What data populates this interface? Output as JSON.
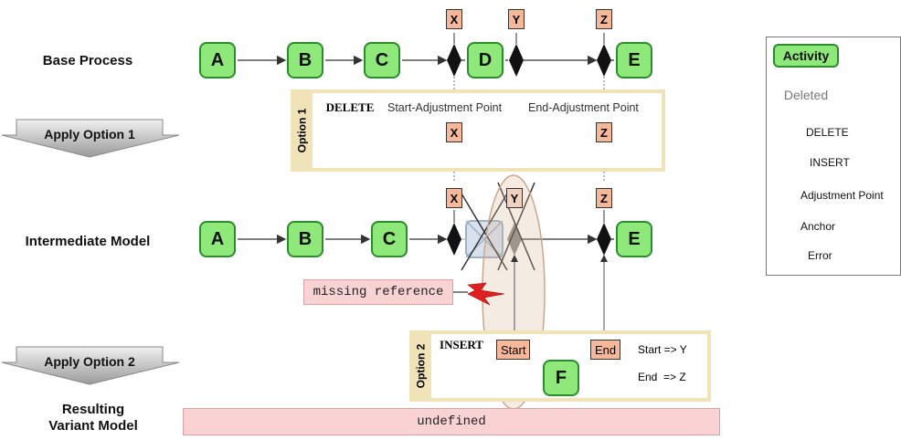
{
  "rows": {
    "base": "Base Process",
    "intermediate": "Intermediate Model",
    "resulting": "Resulting\nVariant Model"
  },
  "steps": {
    "option1": "Apply Option 1",
    "option2": "Apply Option 2"
  },
  "activities": {
    "a": "A",
    "b": "B",
    "c": "C",
    "d": "D",
    "e": "E",
    "f": "F"
  },
  "points": {
    "x": "X",
    "y": "Y",
    "z": "Z"
  },
  "option1": {
    "title": "Option 1",
    "delete": "DELETE",
    "start_col": "Start-Adjustment Point",
    "end_col": "End-Adjustment Point"
  },
  "option2": {
    "title": "Option 2",
    "insert": "INSERT",
    "start": "Start",
    "end": "End",
    "map_start": "Start => Y",
    "map_end": "End  => Z"
  },
  "errors": {
    "missing": "missing reference",
    "undefined": "undefined"
  },
  "legend": {
    "activity": "Activity",
    "deleted": "Deleted",
    "delete": "DELETE",
    "insert": "INSERT",
    "adjustment": "Adjustment Point",
    "anchor": "Anchor",
    "error": "Error"
  },
  "colors": {
    "activity_fill": "#8ee87a",
    "activity_border": "#2a8c2a",
    "tag_fill": "#f7b89a",
    "option_strip": "#f1e3b8",
    "error_fill": "#f9d3d3"
  }
}
